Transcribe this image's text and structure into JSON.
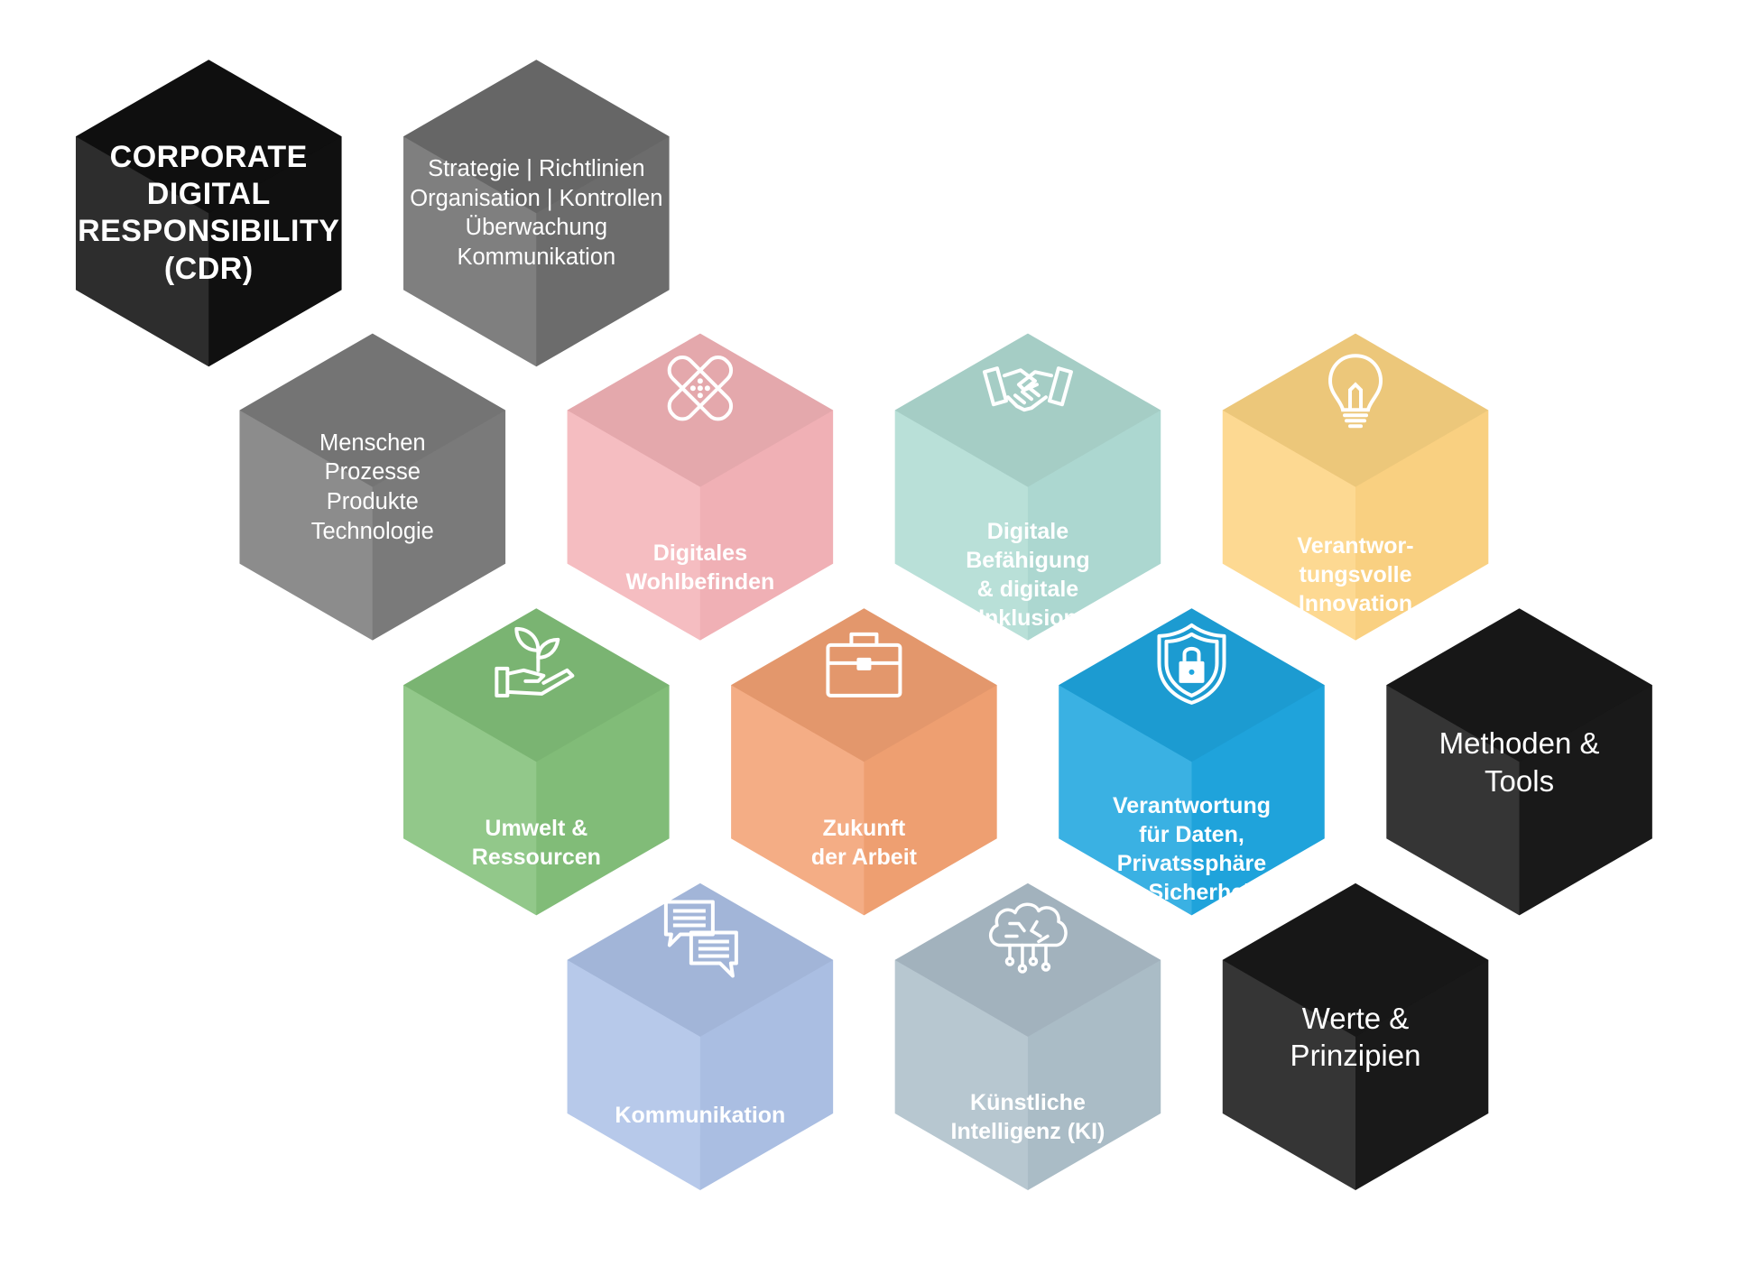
{
  "diagram": {
    "hexagons": [
      {
        "id": "cdr",
        "lines": [
          "CORPORATE",
          "DIGITAL",
          "RESPONSIBILITY",
          "(CDR)"
        ],
        "style": "title",
        "color": "#111111",
        "text_color": "#ffffff",
        "icon": null
      },
      {
        "id": "governance",
        "lines": [
          "Strategie | Richtlinien",
          "Organisation | Kontrollen",
          "Überwachung",
          "Kommunikation"
        ],
        "style": "regular",
        "color": "#6e6e6e",
        "text_color": "#ffffff",
        "icon": null
      },
      {
        "id": "scope",
        "lines": [
          "Menschen",
          "Prozesse",
          "Produkte",
          "Technologie"
        ],
        "style": "regular",
        "color": "#7c7c7c",
        "text_color": "#ffffff",
        "icon": null
      },
      {
        "id": "wellbeing",
        "lines": [
          "Digitales",
          "Wohlbefinden"
        ],
        "style": "bold",
        "color": "#f4b3b8",
        "text_color": "#ffffff",
        "icon": "bandage-icon"
      },
      {
        "id": "inclusion",
        "lines": [
          "Digitale",
          "Befähigung",
          "& digitale",
          "Inklusion"
        ],
        "style": "bold",
        "color": "#b0dbd3",
        "text_color": "#ffffff",
        "icon": "handshake-icon"
      },
      {
        "id": "innovation",
        "lines": [
          "Verantwor-",
          "tungsvolle",
          "Innovation"
        ],
        "style": "bold",
        "color": "#fdd484",
        "text_color": "#ffffff",
        "icon": "lightbulb-icon"
      },
      {
        "id": "environment",
        "lines": [
          "Umwelt &",
          "Ressourcen"
        ],
        "style": "bold",
        "color": "#84c07a",
        "text_color": "#ffffff",
        "icon": "plant-hand-icon"
      },
      {
        "id": "work",
        "lines": [
          "Zukunft",
          "der Arbeit"
        ],
        "style": "bold",
        "color": "#f2a274",
        "text_color": "#ffffff",
        "icon": "briefcase-icon"
      },
      {
        "id": "data",
        "lines": [
          "Verantwortung",
          "für Daten,",
          "Privatssphäre",
          "& Sicherheit"
        ],
        "style": "bold",
        "color": "#1fa6df",
        "text_color": "#ffffff",
        "icon": "shield-lock-icon"
      },
      {
        "id": "methods",
        "lines": [
          "Methoden &",
          "Tools"
        ],
        "style": "large",
        "color": "#1a1a1a",
        "text_color": "#ffffff",
        "icon": null
      },
      {
        "id": "communication",
        "lines": [
          "Kommunikation"
        ],
        "style": "bold",
        "color": "#aec2e6",
        "text_color": "#ffffff",
        "icon": "chat-bubbles-icon"
      },
      {
        "id": "ai",
        "lines": [
          "Künstliche",
          "Intelligenz (KI)"
        ],
        "style": "bold",
        "color": "#aebfca",
        "text_color": "#ffffff",
        "icon": "brain-circuit-icon"
      },
      {
        "id": "values",
        "lines": [
          "Werte &",
          "Prinzipien"
        ],
        "style": "large",
        "color": "#1a1a1a",
        "text_color": "#ffffff",
        "icon": null
      }
    ]
  }
}
